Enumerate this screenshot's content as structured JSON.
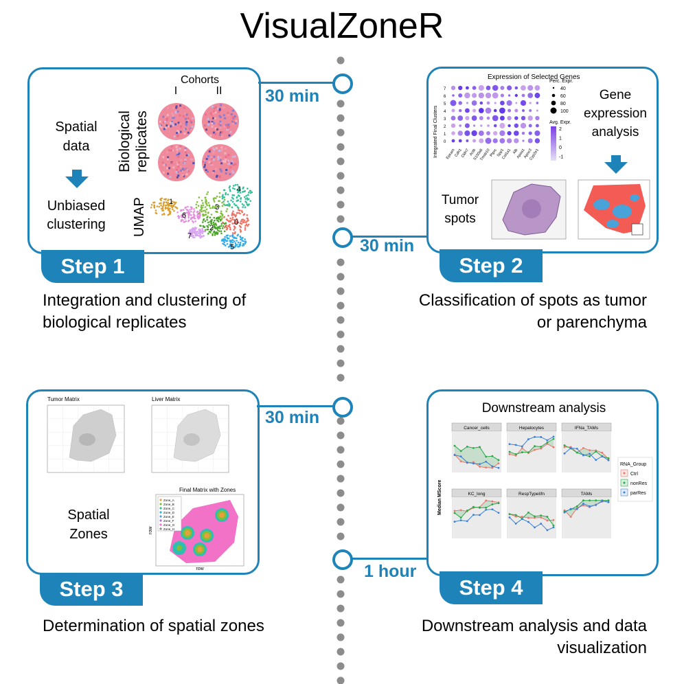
{
  "title": "VisualZoneR",
  "colors": {
    "accent": "#1d83b8",
    "dots": "#8c8c8c"
  },
  "steps": [
    {
      "tab": "Step 1",
      "time": "30 min",
      "caption_lines": [
        "Integration and clustering of",
        "biological replicates"
      ],
      "labels": {
        "cohorts": "Cohorts",
        "cohort_1": "I",
        "cohort_2": "II",
        "replicates_1": "Biological",
        "replicates_2": "replicates",
        "spatial_1": "Spatial",
        "spatial_2": "data",
        "unbiased_1": "Unbiased",
        "unbiased_2": "clustering",
        "umap": "UMAP"
      },
      "umap_clusters": [
        "0",
        "1",
        "2",
        "3",
        "4",
        "5",
        "6",
        "7"
      ]
    },
    {
      "tab": "Step 2",
      "time": "30 min",
      "caption_lines": [
        "Classification of spots as tumor",
        "or parenchyma"
      ],
      "labels": {
        "dotplot_title": "Expression of Selected Genes",
        "gene_1": "Gene",
        "gene_2": "expression",
        "gene_3": "analysis",
        "tumor_1": "Tumor",
        "tumor_2": "spots",
        "perc_expr": "Perc. Expr.",
        "avg_expr": "Avg. Expr.",
        "y_axis": "Integrated Final Clusters"
      },
      "size_legend": [
        "40",
        "60",
        "80",
        "100"
      ],
      "color_legend": [
        "2",
        "1",
        "0",
        "-1"
      ],
      "cluster_rows": [
        "7",
        "6",
        "5",
        "4",
        "3",
        "2",
        "1",
        "0"
      ],
      "genes": [
        "Epcam",
        "Cdh1",
        "Cldn7",
        "Actb",
        "S100a6",
        "Tmsb10",
        "Ptprc",
        "Spp1",
        "Col1a1",
        "Alb",
        "Apoa1",
        "Apoc3",
        "Cyp2e1"
      ]
    },
    {
      "tab": "Step 3",
      "time": "30 min",
      "caption_lines": [
        "Determination of spatial zones"
      ],
      "labels": {
        "tumor_matrix": "Tumor Matrix",
        "liver_matrix": "Liver Matrix",
        "final_matrix": "Final Matrix with Zones",
        "spatial_1": "Spatial",
        "spatial_2": "Zones",
        "x_axis": "row",
        "y_axis": "row"
      },
      "zones": [
        "Zone_A",
        "Zone_B",
        "Zone_C",
        "Zone_D",
        "Zone_E",
        "Zone_F",
        "Zone_G",
        "Zone_H"
      ]
    },
    {
      "tab": "Step 4",
      "time": "1 hour",
      "caption_lines": [
        "Downstream analysis and data",
        "visualization"
      ],
      "labels": {
        "title": "Downstream analysis",
        "y_axis": "Median MScore",
        "legend_title": "RNA_Group"
      },
      "facets": [
        "Cancer_cells",
        "Hepatocytes",
        "IFNa_TAMs",
        "KC_long",
        "RespTypeIifn",
        "TAMs"
      ],
      "groups": [
        "Ctrl",
        "nonRes",
        "parRes"
      ]
    }
  ]
}
